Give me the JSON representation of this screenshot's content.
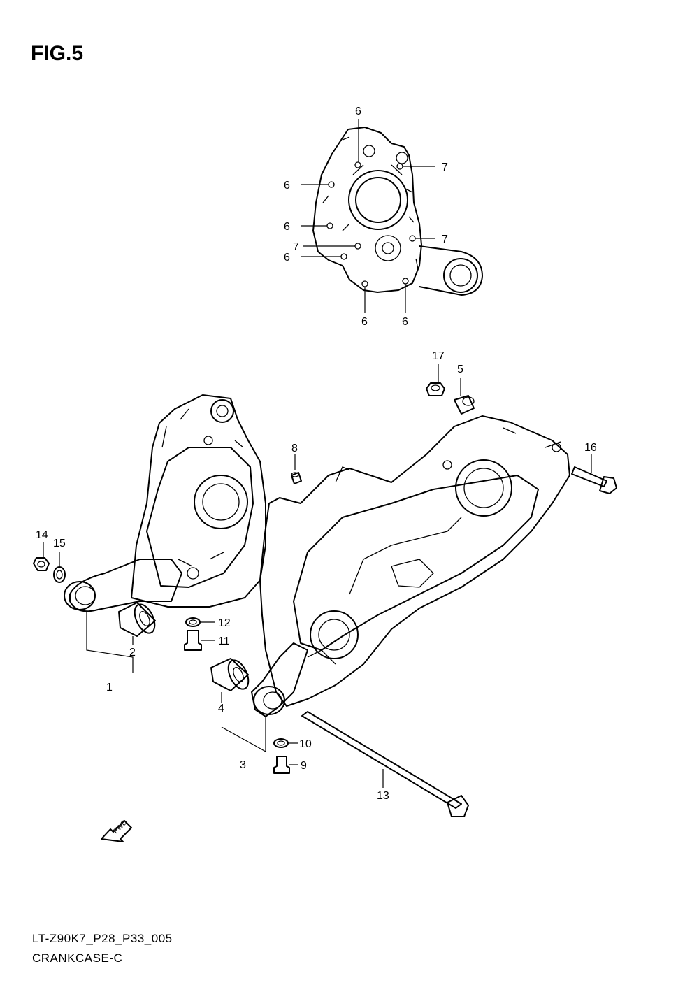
{
  "figure": {
    "title": "FIG.5"
  },
  "footer": {
    "code": "LT-Z90K7_P28_P33_005",
    "name": "CRANKCASE-C"
  },
  "fwd_arrow": {
    "label": "FWD"
  },
  "callouts": {
    "c6_top": "6",
    "c7_a": "7",
    "c6_b": "6",
    "c6_c": "6",
    "c7_b": "7",
    "c7_c": "7",
    "c6_d": "6",
    "c6_e": "6",
    "c6_f": "6",
    "c17": "17",
    "c5": "5",
    "c16": "16",
    "c8": "8",
    "c14": "14",
    "c15": "15",
    "c12": "12",
    "c11": "11",
    "c2": "2",
    "c1": "1",
    "c4": "4",
    "c3": "3",
    "c10": "10",
    "c9": "9",
    "c13": "13"
  }
}
